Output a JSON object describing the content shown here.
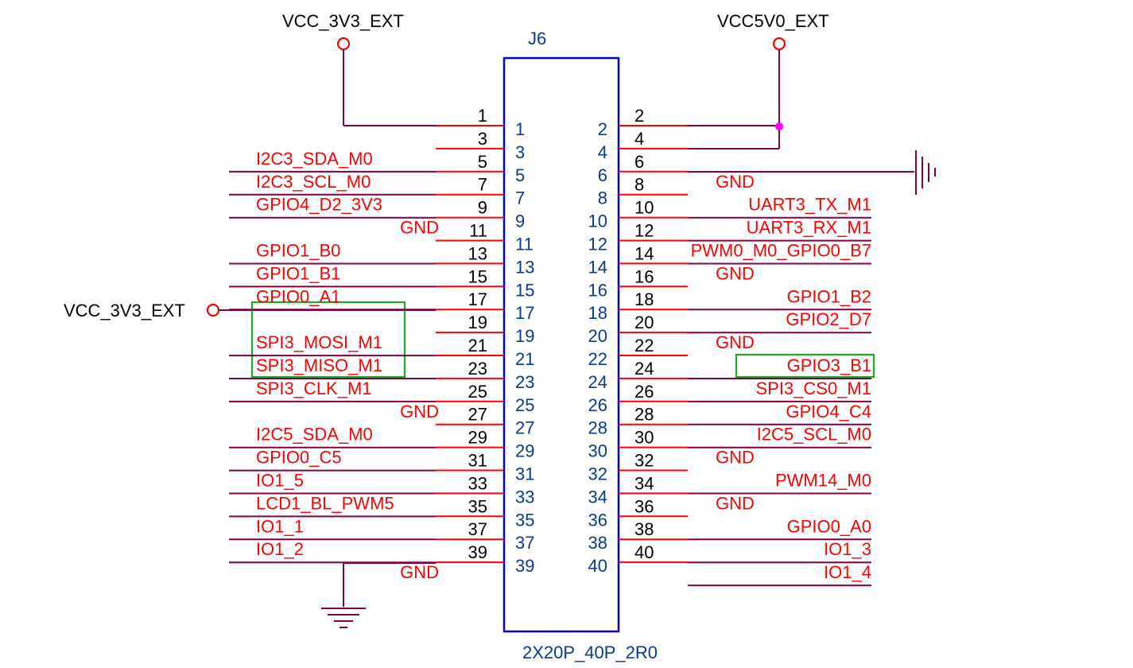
{
  "component": {
    "refdes": "J6",
    "footprint": "2X20P_40P_2R0"
  },
  "colors": {
    "pin_line": "#ff0000",
    "wire": "#800040",
    "body": "#0000cc",
    "pin_number": "#0a3a8c",
    "label": "#ff0000",
    "highlight": "#22a822",
    "junction": "#ff00ff"
  },
  "power": {
    "top_left": "VCC_3V3_EXT",
    "top_right": "VCC5V0_EXT",
    "side_left": "VCC_3V3_EXT"
  },
  "odd_pins": [
    {
      "num": "1",
      "net": ""
    },
    {
      "num": "3",
      "net": "I2C3_SDA_M0"
    },
    {
      "num": "5",
      "net": "I2C3_SCL_M0"
    },
    {
      "num": "7",
      "net": "GPIO4_D2_3V3"
    },
    {
      "num": "9",
      "net": "GND"
    },
    {
      "num": "11",
      "net": "GPIO1_B0"
    },
    {
      "num": "13",
      "net": "GPIO1_B1"
    },
    {
      "num": "15",
      "net": "GPIO0_A1"
    },
    {
      "num": "17",
      "net": ""
    },
    {
      "num": "19",
      "net": "SPI3_MOSI_M1"
    },
    {
      "num": "21",
      "net": "SPI3_MISO_M1"
    },
    {
      "num": "23",
      "net": "SPI3_CLK_M1"
    },
    {
      "num": "25",
      "net": "GND"
    },
    {
      "num": "27",
      "net": "I2C5_SDA_M0"
    },
    {
      "num": "29",
      "net": "GPIO0_C5"
    },
    {
      "num": "31",
      "net": "IO1_5"
    },
    {
      "num": "33",
      "net": "LCD1_BL_PWM5"
    },
    {
      "num": "35",
      "net": "IO1_1"
    },
    {
      "num": "37",
      "net": "IO1_2"
    },
    {
      "num": "39",
      "net": "GND"
    }
  ],
  "even_pins": [
    {
      "num": "2",
      "net": ""
    },
    {
      "num": "4",
      "net": ""
    },
    {
      "num": "6",
      "net": "GND"
    },
    {
      "num": "8",
      "net": "UART3_TX_M1"
    },
    {
      "num": "10",
      "net": "UART3_RX_M1"
    },
    {
      "num": "12",
      "net": "PWM0_M0_GPIO0_B7"
    },
    {
      "num": "14",
      "net": "GND"
    },
    {
      "num": "16",
      "net": "GPIO1_B2"
    },
    {
      "num": "18",
      "net": "GPIO2_D7"
    },
    {
      "num": "20",
      "net": "GND"
    },
    {
      "num": "22",
      "net": "GPIO3_B1"
    },
    {
      "num": "24",
      "net": "SPI3_CS0_M1"
    },
    {
      "num": "26",
      "net": "GPIO4_C4"
    },
    {
      "num": "28",
      "net": "I2C5_SCL_M0"
    },
    {
      "num": "30",
      "net": "GND"
    },
    {
      "num": "32",
      "net": "PWM14_M0"
    },
    {
      "num": "34",
      "net": "GND"
    },
    {
      "num": "36",
      "net": "GPIO0_A0"
    },
    {
      "num": "38",
      "net": "IO1_3"
    },
    {
      "num": "40",
      "net": "IO1_4"
    }
  ]
}
